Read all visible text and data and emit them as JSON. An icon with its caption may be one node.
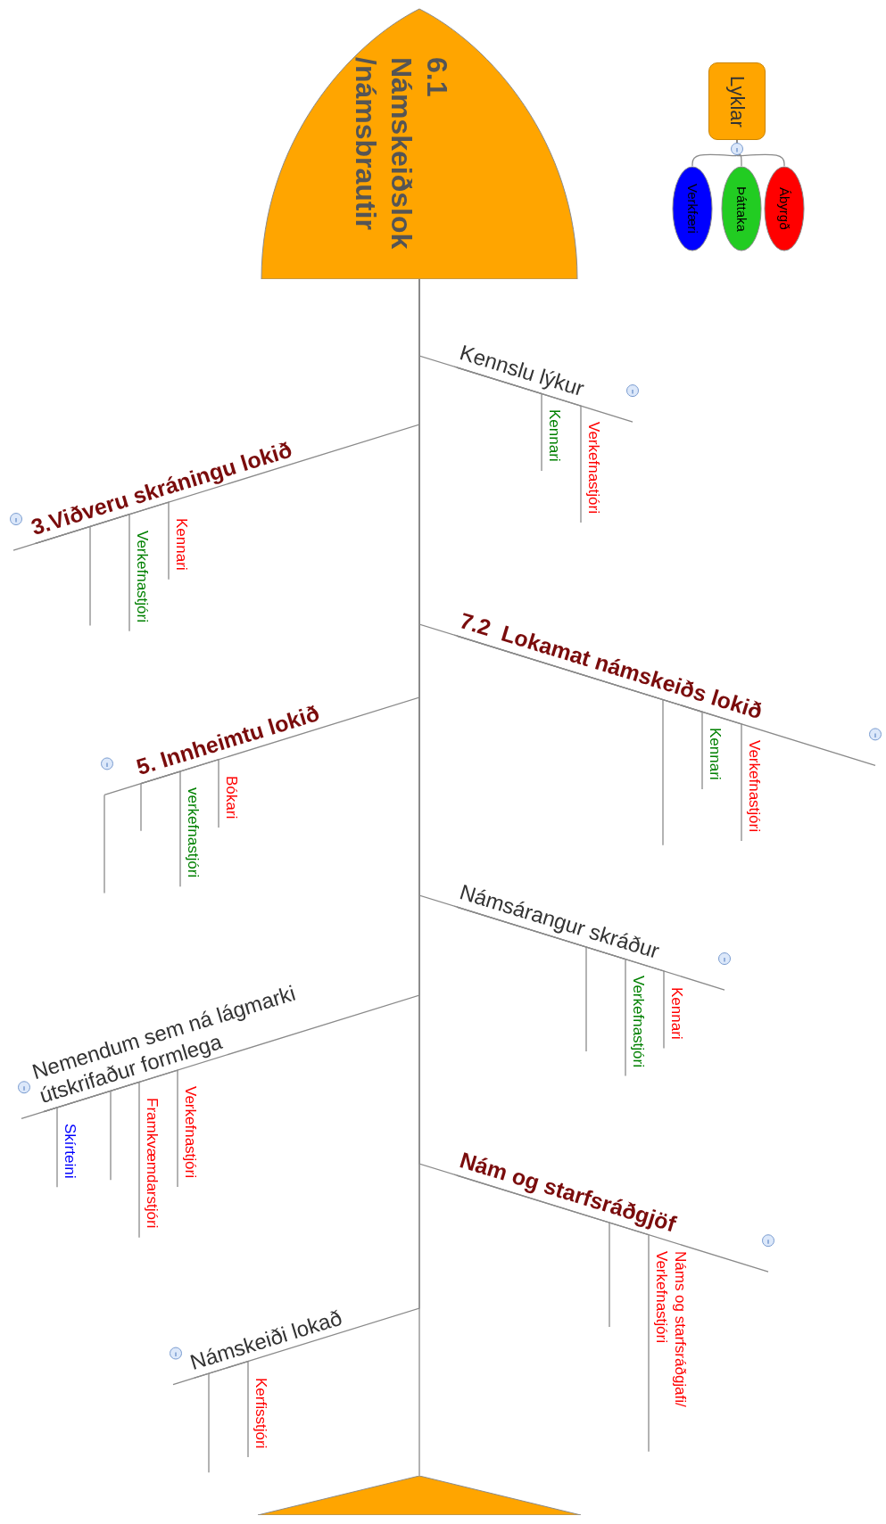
{
  "diagram": {
    "nodes": [
      {
        "text": [
          "6.1 Námskeiðslok /námsbrautir"
        ]
      },
      {
        "text": [
          "Lyklar"
        ]
      },
      {
        "text": [
          "Verkfæri"
        ]
      },
      {
        "text": [
          "Þáttaka"
        ]
      },
      {
        "text": [
          "Ábyrgð"
        ]
      },
      {
        "text": [
          "Kennslu lýkur"
        ]
      },
      {
        "text": [
          "3.Viðveru skráningu lokið"
        ]
      },
      {
        "text": [
          "7.2  Lokamat námskeiðs lokið"
        ]
      },
      {
        "text": [
          "5. Innheimtu lokið"
        ]
      },
      {
        "text": [
          "Námsárangur skráður"
        ]
      },
      {
        "text": [
          "Nemendum sem ná lágmarki útskrifaður formlega"
        ]
      },
      {
        "text": [
          "Nám og starfsráðgjöf"
        ]
      },
      {
        "text": [
          "Námskeiði lokað"
        ]
      },
      {
        "text": [],
        "shape": "triangle"
      },
      {
        "text": [
          "Kennari"
        ]
      },
      {
        "text": [
          "Verkefnastjóri"
        ]
      },
      {
        "text": [
          "Verkefnastjóri"
        ]
      },
      {
        "text": [
          "Kennari"
        ]
      },
      {
        "text": [
          "Kennari"
        ]
      },
      {
        "text": [
          "Verkefnastjóri"
        ]
      },
      {
        "text": [
          "verkefnastjóri"
        ]
      },
      {
        "text": [
          "Bókari"
        ]
      },
      {
        "text": [
          "Verkefnastjóri"
        ]
      },
      {
        "text": [
          "Kennari"
        ]
      },
      {
        "text": [
          "Skírteini"
        ]
      },
      {
        "text": [
          "Framkvæmdarstjóri"
        ]
      },
      {
        "text": [
          "Verkefnastjóri"
        ]
      },
      {
        "text": [
          "Náms og starfsráðgjafi/ Verkefnastjóri"
        ]
      },
      {
        "text": [
          "Kerfisstjóri"
        ]
      }
    ],
    "edges": [
      {
        "from": 0,
        "to": 13,
        "arrow": "none"
      },
      {
        "from": 1,
        "to": 2,
        "arrow": "none"
      },
      {
        "from": 1,
        "to": 3,
        "arrow": "none"
      },
      {
        "from": 1,
        "to": 4,
        "arrow": "none"
      },
      {
        "from": 5,
        "to": 0,
        "arrow": "none"
      },
      {
        "from": 5,
        "to": 14,
        "arrow": "none"
      },
      {
        "from": 5,
        "to": 15,
        "arrow": "none"
      },
      {
        "from": 6,
        "to": 0,
        "arrow": "none"
      },
      {
        "from": 6,
        "to": null,
        "arrow": "none"
      },
      {
        "from": 6,
        "to": 16,
        "arrow": "none"
      },
      {
        "from": 6,
        "to": 17,
        "arrow": "none"
      },
      {
        "from": 7,
        "to": 0,
        "arrow": "none"
      },
      {
        "from": 7,
        "to": null,
        "arrow": "none"
      },
      {
        "from": 7,
        "to": 18,
        "arrow": "none"
      },
      {
        "from": 7,
        "to": 19,
        "arrow": "none"
      },
      {
        "from": 8,
        "to": 0,
        "arrow": "none"
      },
      {
        "from": 8,
        "to": null,
        "arrow": "none"
      },
      {
        "from": 8,
        "to": null,
        "arrow": "none"
      },
      {
        "from": 8,
        "to": 20,
        "arrow": "none"
      },
      {
        "from": 8,
        "to": 21,
        "arrow": "none"
      },
      {
        "from": 9,
        "to": 0,
        "arrow": "none"
      },
      {
        "from": 9,
        "to": null,
        "arrow": "none"
      },
      {
        "from": 9,
        "to": 22,
        "arrow": "none"
      },
      {
        "from": 9,
        "to": 23,
        "arrow": "none"
      },
      {
        "from": 10,
        "to": 0,
        "arrow": "none"
      },
      {
        "from": 10,
        "to": 24,
        "arrow": "none"
      },
      {
        "from": 10,
        "to": null,
        "arrow": "none"
      },
      {
        "from": 10,
        "to": 25,
        "arrow": "none"
      },
      {
        "from": 10,
        "to": 26,
        "arrow": "none"
      },
      {
        "from": 11,
        "to": 0,
        "arrow": "none"
      },
      {
        "from": 11,
        "to": null,
        "arrow": "none"
      },
      {
        "from": 11,
        "to": 27,
        "arrow": "none"
      },
      {
        "from": 12,
        "to": 0,
        "arrow": "none"
      },
      {
        "from": 12,
        "to": null,
        "arrow": "none"
      },
      {
        "from": 12,
        "to": 28,
        "arrow": "none"
      }
    ]
  }
}
